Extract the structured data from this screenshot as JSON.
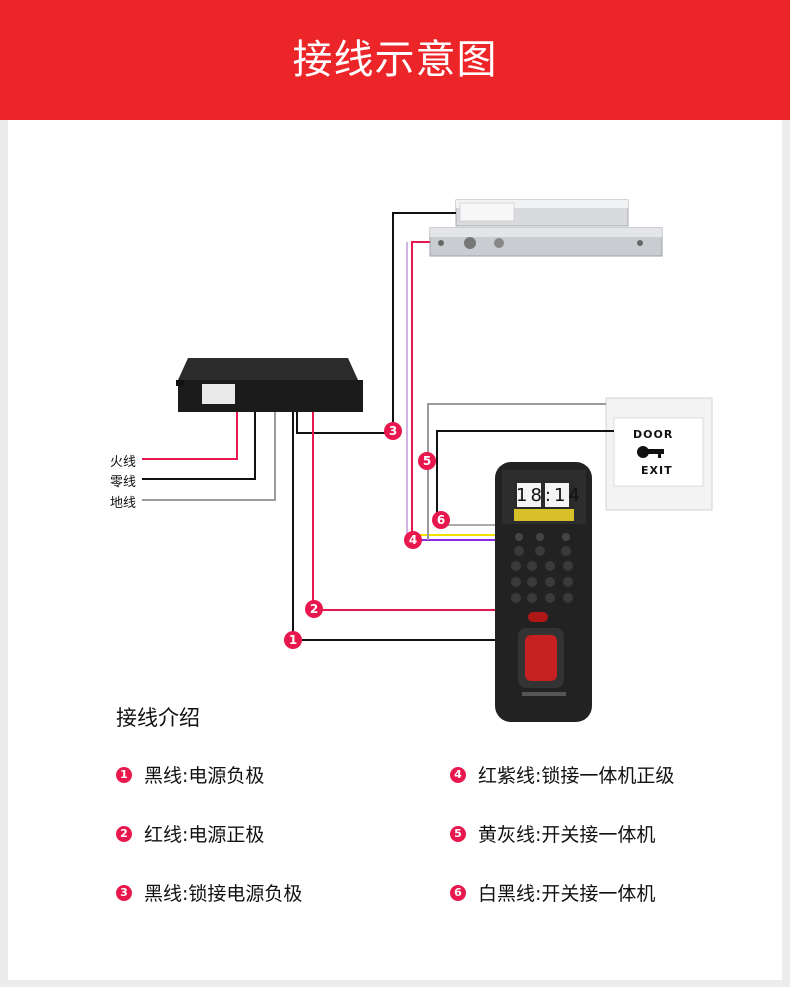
{
  "header": {
    "title": "接线示意图"
  },
  "wires": {
    "live": "火线",
    "neutral": "零线",
    "ground": "地线"
  },
  "badges": [
    "1",
    "2",
    "3",
    "4",
    "5",
    "6"
  ],
  "exit_button": {
    "top_text": "DOOR",
    "bottom_text": "EXIT"
  },
  "terminal": {
    "time": "18:14"
  },
  "intro": {
    "title": "接线介绍",
    "items": [
      {
        "num": "1",
        "text": "黑线:电源负极"
      },
      {
        "num": "2",
        "text": "红线:电源正极"
      },
      {
        "num": "3",
        "text": "黑线:锁接电源负极"
      },
      {
        "num": "4",
        "text": "红紫线:锁接一体机正级"
      },
      {
        "num": "5",
        "text": "黄灰线:开关接一体机"
      },
      {
        "num": "6",
        "text": "白黑线:开关接一体机"
      }
    ]
  },
  "colors": {
    "header_red": "#ec2529",
    "badge_pink": "#e8184e",
    "wire_red": "#e8184e",
    "wire_black": "#111111",
    "wire_gray": "#9a9a9a",
    "wire_yellow": "#f2e000",
    "wire_purple": "#8a2be2"
  }
}
